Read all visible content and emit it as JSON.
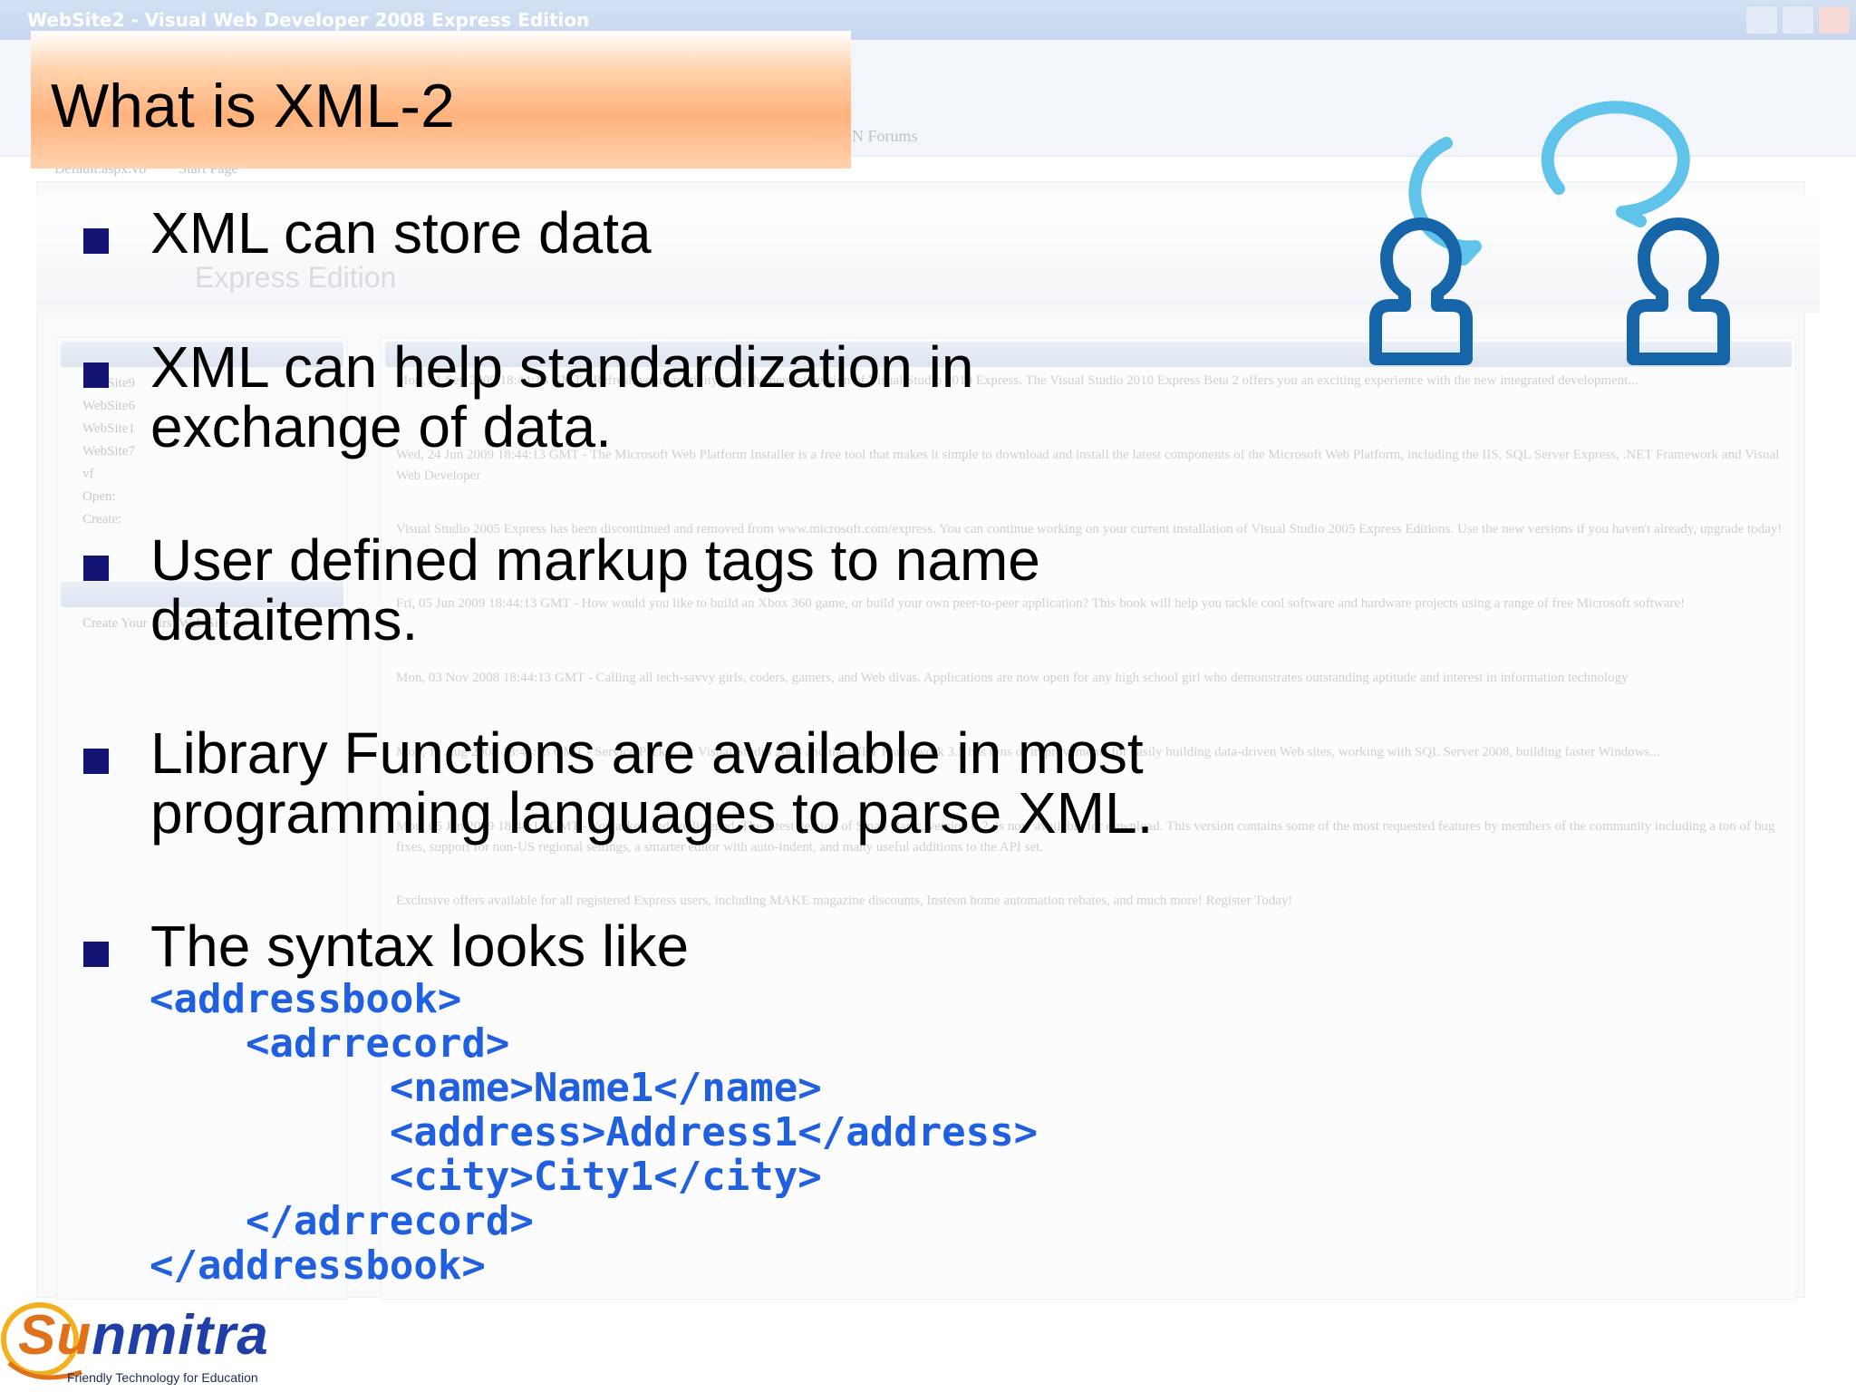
{
  "background_window": {
    "title": "WebSite2 - Visual Web Developer 2008 Express Edition",
    "toolbar_text": "N Forums",
    "tabs": [
      "Default.aspx.vb",
      "Start Page"
    ],
    "product_text": "Express Edition",
    "sidebar_items": [
      "WebSite9",
      "WebSite6",
      "WebSite1",
      "WebSite7",
      "vf",
      "Open:",
      "Create:",
      "Create Your First Web Site"
    ],
    "news_items": [
      "Mon, 21 Sep 2009 18:44:13 GMT - Refresh your creativity with the newest version of Visual Studio 2010 Express. The Visual Studio 2010 Express Beta 2 offers you an exciting experience with the new integrated development...",
      "Wed, 24 Jun 2009 18:44:13 GMT - The Microsoft Web Platform Installer is a free tool that makes it simple to download and install the latest components of the Microsoft Web Platform, including the IIS, SQL Server Express, .NET Framework and Visual Web Developer",
      "Visual Studio 2005 Express has been discontinued and removed from www.microsoft.com/express. You can continue working on your current installation of Visual Studio 2005 Express Editions. Use the new versions if you haven't already, upgrade today!",
      "Fri, 05 Jun 2009 18:44:13 GMT - How would you like to build an Xbox 360 game, or build your own peer-to-peer application? This book will help you tackle cool software and hardware projects using a range of free Microsoft software!",
      "Mon, 03 Nov 2008 18:44:13 GMT - Calling all tech-savvy girls, coders, gamers, and Web divas. Applications are now open for any high school girl who demonstrates outstanding aptitude and interest in information technology",
      "Mon, 11 Aug 2008 18:44:13 GMT - Service Pack 1 for Visual Studio 2008 and the .NET Framework 3.5 has tons of improvements for easily building data-driven Web sites, working with SQL Server 2008, building faster Windows...",
      "Mon, 05 Jan 2009 18:44:13 GMT - You asked and we listened. The latest version of Small Basic, version 0.2, is now available for download. This version contains some of the most requested features by members of the community including a ton of bug fixes, support for non-US regional settings, a smarter editor with auto-indent, and many useful additions to the API set.",
      "Exclusive offers available for all registered Express users, including MAKE magazine discounts, Insteon home automation rebates, and much more! Register Today!"
    ]
  },
  "slide": {
    "title": "What is XML-2",
    "bullets": [
      {
        "lines": [
          "XML can store data"
        ]
      },
      {
        "lines": [
          "XML can help standardization in",
          "exchange of data."
        ]
      },
      {
        "lines": [
          "User defined markup tags to name",
          "dataitems."
        ]
      },
      {
        "lines": [
          "Library Functions are available in most",
          "programming languages to parse XML."
        ]
      },
      {
        "lines": [
          "The syntax looks like"
        ]
      }
    ],
    "code_lines": [
      "<addressbook>",
      "    <adrrecord>",
      "          <name>Name1</name>",
      "          <address>Address1</address>",
      "          <city>City1</city>",
      "    </adrrecord>",
      "</addressbook>"
    ],
    "icon": "two-people-chat-icon"
  },
  "brand": {
    "name_prefix": "Su",
    "name_rest": "nmitra",
    "tagline": "Friendly Technology for Education"
  },
  "colors": {
    "title_gradient": "#ffb27c",
    "bullet_marker": "#141475",
    "code": "#1f5fe0",
    "icon_dark": "#1565a8",
    "icon_light": "#5fc3ea",
    "brand_blue": "#1f3ea8",
    "brand_orange": "#e0701a"
  }
}
